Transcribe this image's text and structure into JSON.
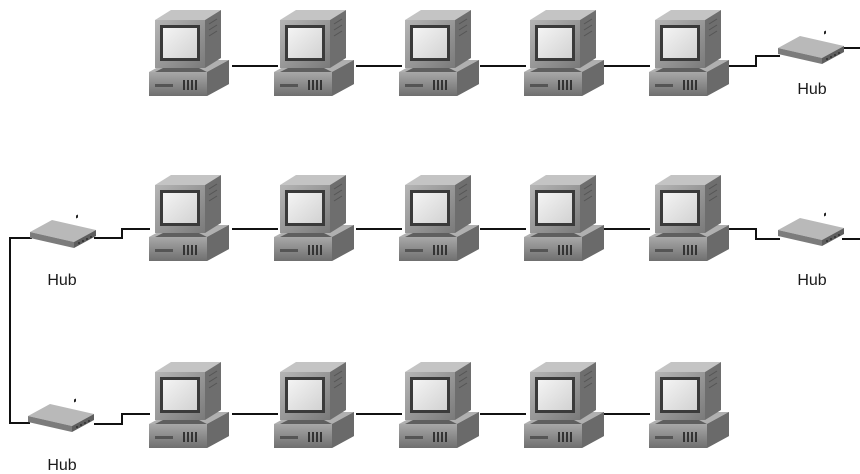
{
  "diagram": {
    "hub_label": "Hub",
    "rows": [
      {
        "computers": 5,
        "left_hub": false,
        "right_hub": true
      },
      {
        "computers": 5,
        "left_hub": true,
        "right_hub": true
      },
      {
        "computers": 5,
        "left_hub": true,
        "right_hub": false
      }
    ]
  }
}
